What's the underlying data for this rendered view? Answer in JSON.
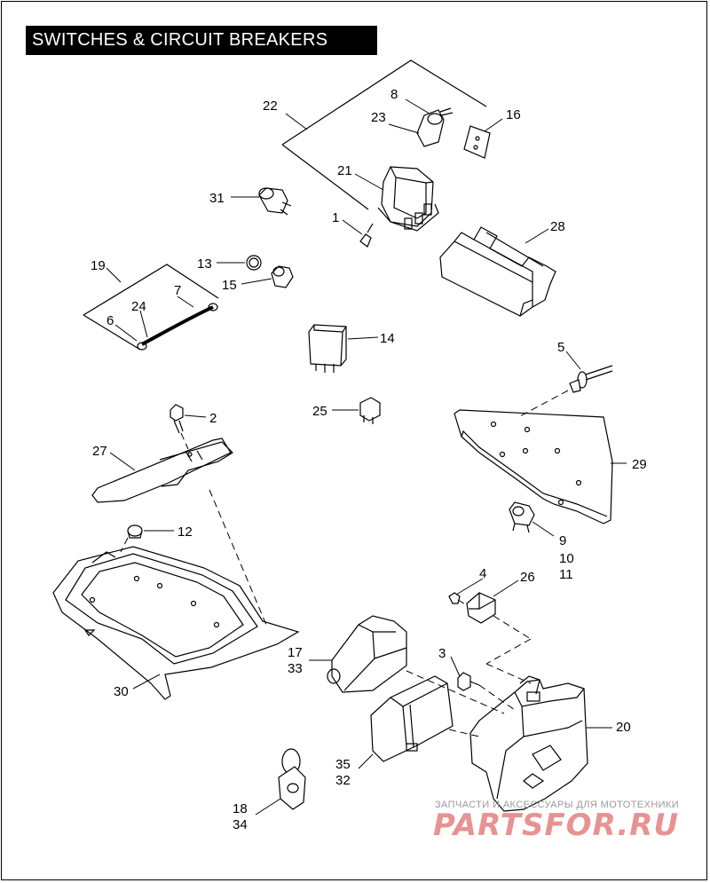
{
  "title": "SWITCHES & CIRCUIT BREAKERS",
  "callouts": {
    "c1": "1",
    "c2": "2",
    "c3": "3",
    "c4": "4",
    "c5": "5",
    "c6": "6",
    "c7": "7",
    "c8": "8",
    "c9": "9",
    "c10": "10",
    "c11": "11",
    "c12": "12",
    "c13": "13",
    "c14": "14",
    "c15": "15",
    "c16": "16",
    "c17": "17",
    "c18": "18",
    "c19": "19",
    "c20": "20",
    "c21": "21",
    "c22": "22",
    "c23": "23",
    "c24": "24",
    "c25": "25",
    "c26": "26",
    "c27": "27",
    "c28": "28",
    "c29": "29",
    "c30": "30",
    "c31": "31",
    "c32": "32",
    "c33": "33",
    "c34": "34",
    "c35": "35"
  },
  "watermark": {
    "tagline": "ЗАПЧАСТИ И АКСЕССУАРЫ ДЛЯ МОТОТЕХНИКИ",
    "logo": "PARTSFOR.RU",
    "logo_color": "#d63a3a"
  }
}
